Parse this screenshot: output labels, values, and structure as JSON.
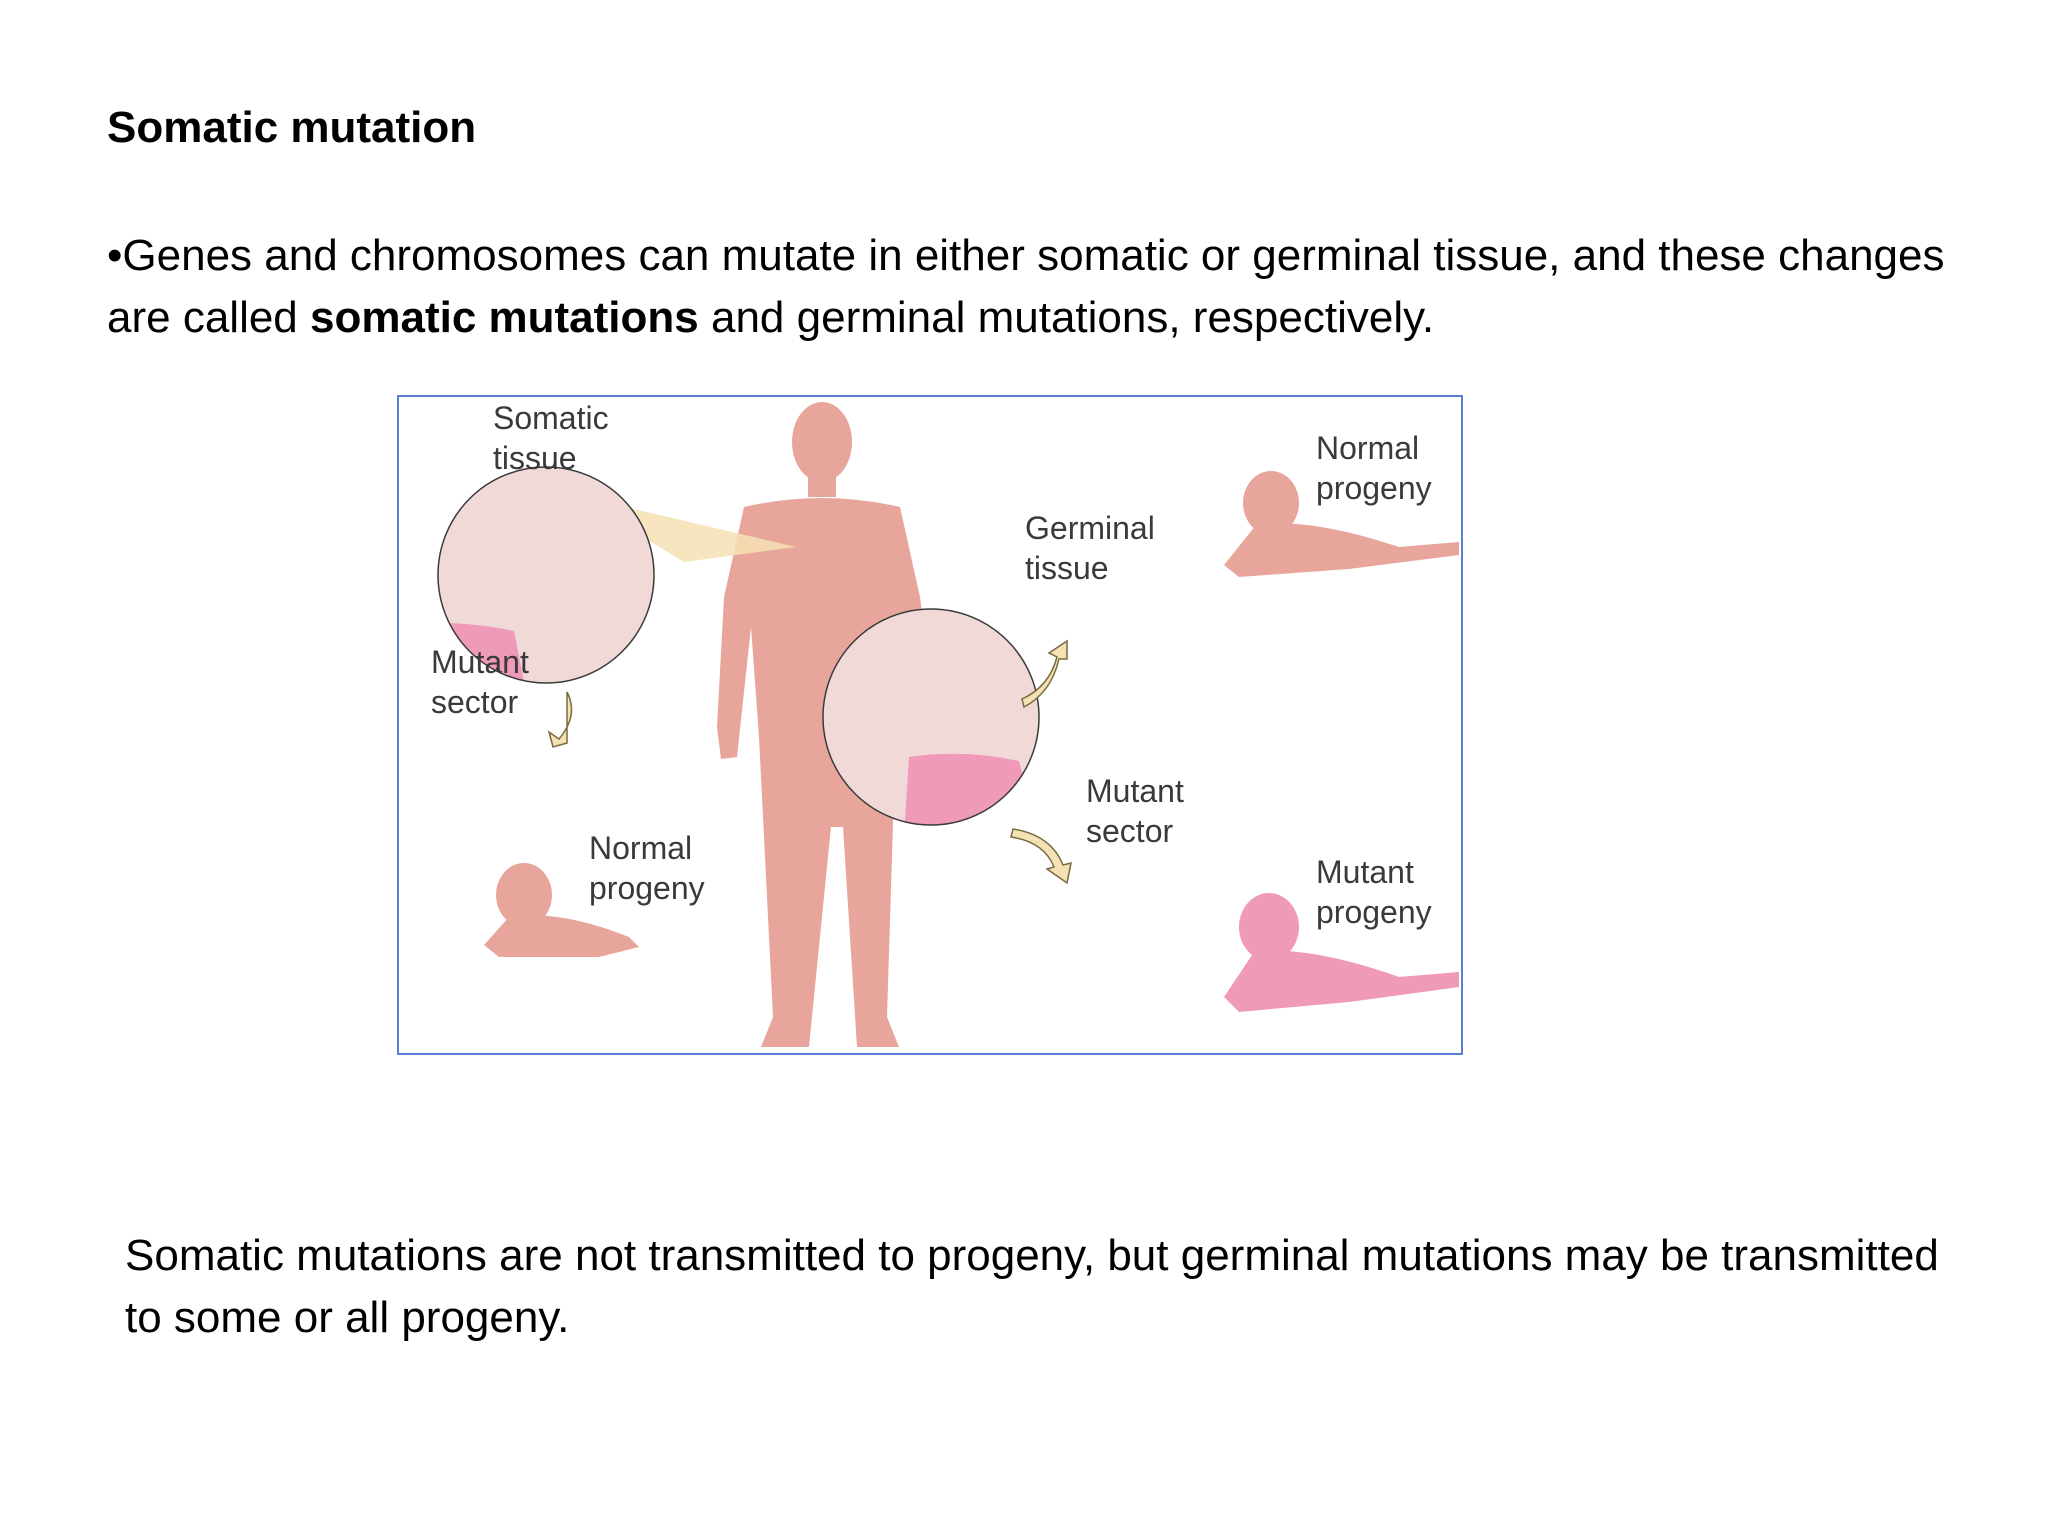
{
  "slide": {
    "title": "Somatic mutation",
    "bullet": {
      "marker": "•",
      "part1": "Genes and chromosomes can mutate in either somatic or germinal tissue, and these changes are called ",
      "bold": "somatic mutations",
      "part2": " and germinal mutations, respectively."
    },
    "footer": "Somatic mutations are not transmitted to progeny, but germinal mutations may be transmitted to some or all progeny."
  },
  "figure": {
    "labels": {
      "somatic_tissue_1": "Somatic",
      "somatic_tissue_2": "tissue",
      "germinal_tissue_1": "Germinal",
      "germinal_tissue_2": "tissue",
      "mutant_sector_left_1": "Mutant",
      "mutant_sector_left_2": "sector",
      "mutant_sector_right_1": "Mutant",
      "mutant_sector_right_2": "sector",
      "normal_progeny_left_1": "Normal",
      "normal_progeny_left_2": "progeny",
      "normal_progeny_right_1": "Normal",
      "normal_progeny_right_2": "progeny",
      "mutant_progeny_1": "Mutant",
      "mutant_progeny_2": "progeny"
    },
    "colors": {
      "body": "#e8a59b",
      "circle_fill": "#f1d9d8",
      "mutant_sector": "#ef9ab8",
      "zoom_cone": "#f4e1b4",
      "frame": "#5b7ed6"
    }
  }
}
